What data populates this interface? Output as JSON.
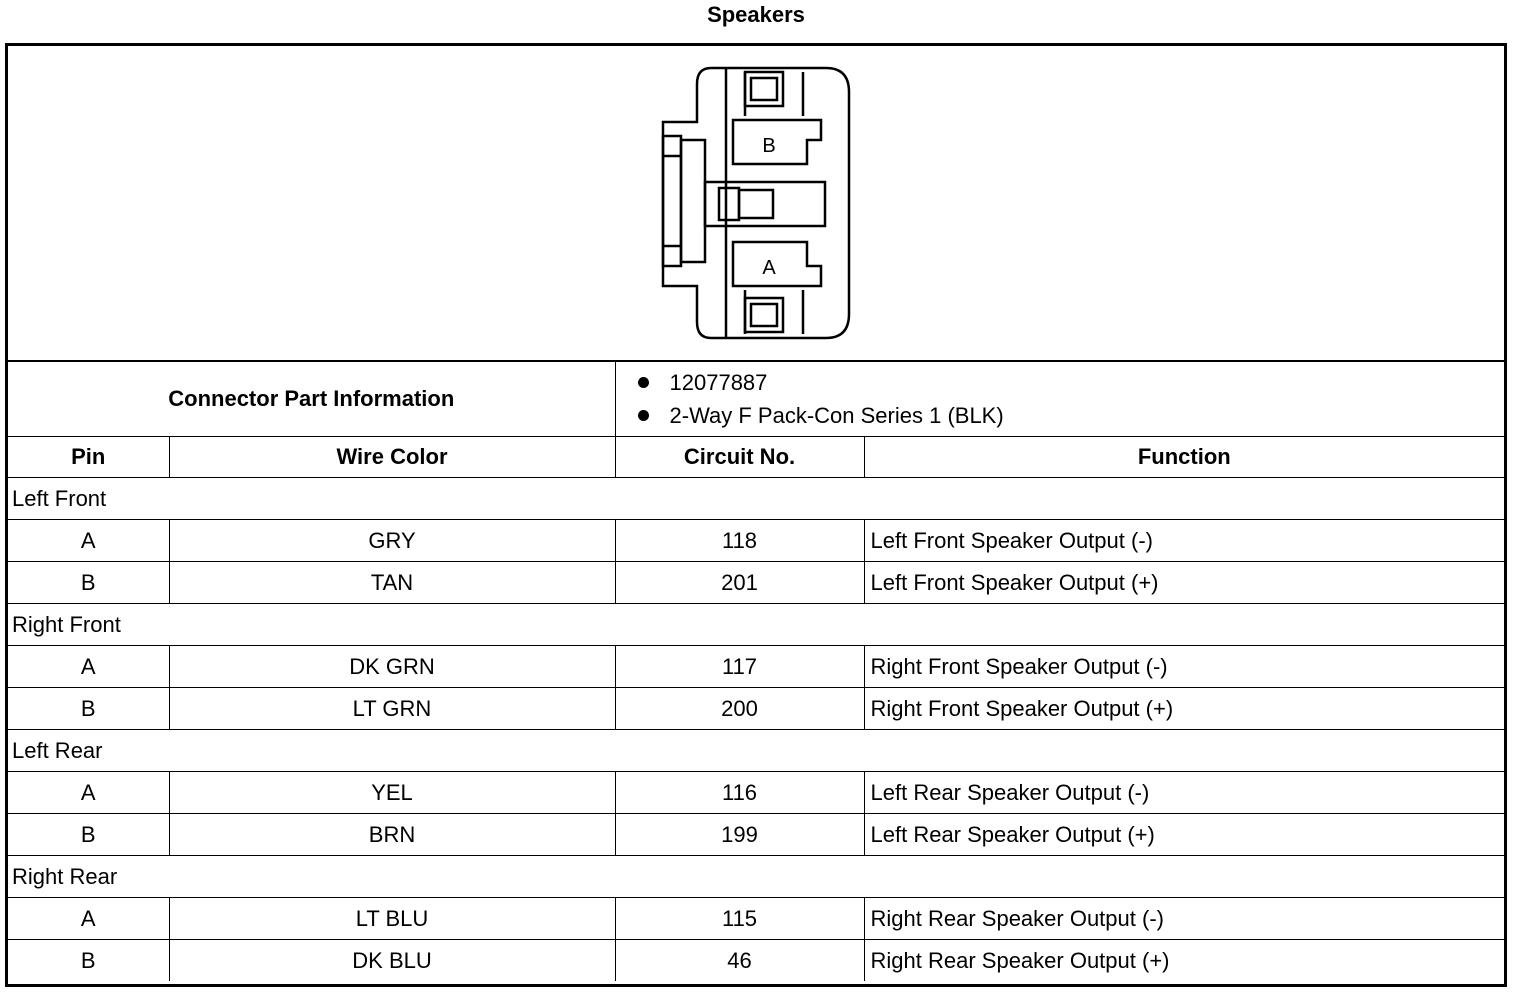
{
  "title": "Speakers",
  "connector": {
    "pin_labels": [
      "B",
      "A"
    ],
    "part_info_label": "Connector Part Information",
    "part_info": [
      "12077887",
      "2-Way F Pack-Con Series 1 (BLK)"
    ]
  },
  "columns": [
    "Pin",
    "Wire Color",
    "Circuit No.",
    "Function"
  ],
  "groups": [
    {
      "name": "Left Front",
      "rows": [
        {
          "pin": "A",
          "wire": "GRY",
          "circuit": "118",
          "function": "Left Front Speaker Output (-)"
        },
        {
          "pin": "B",
          "wire": "TAN",
          "circuit": "201",
          "function": "Left Front Speaker Output (+)"
        }
      ]
    },
    {
      "name": "Right Front",
      "rows": [
        {
          "pin": "A",
          "wire": "DK GRN",
          "circuit": "117",
          "function": "Right Front Speaker Output (-)"
        },
        {
          "pin": "B",
          "wire": "LT GRN",
          "circuit": "200",
          "function": "Right Front Speaker Output (+)"
        }
      ]
    },
    {
      "name": "Left Rear",
      "rows": [
        {
          "pin": "A",
          "wire": "YEL",
          "circuit": "116",
          "function": "Left Rear Speaker Output (-)"
        },
        {
          "pin": "B",
          "wire": "BRN",
          "circuit": "199",
          "function": "Left Rear Speaker Output (+)"
        }
      ]
    },
    {
      "name": "Right Rear",
      "rows": [
        {
          "pin": "A",
          "wire": "LT BLU",
          "circuit": "115",
          "function": "Right Rear Speaker Output (-)"
        },
        {
          "pin": "B",
          "wire": "DK BLU",
          "circuit": "46",
          "function": "Right Rear Speaker Output (+)"
        }
      ]
    }
  ]
}
